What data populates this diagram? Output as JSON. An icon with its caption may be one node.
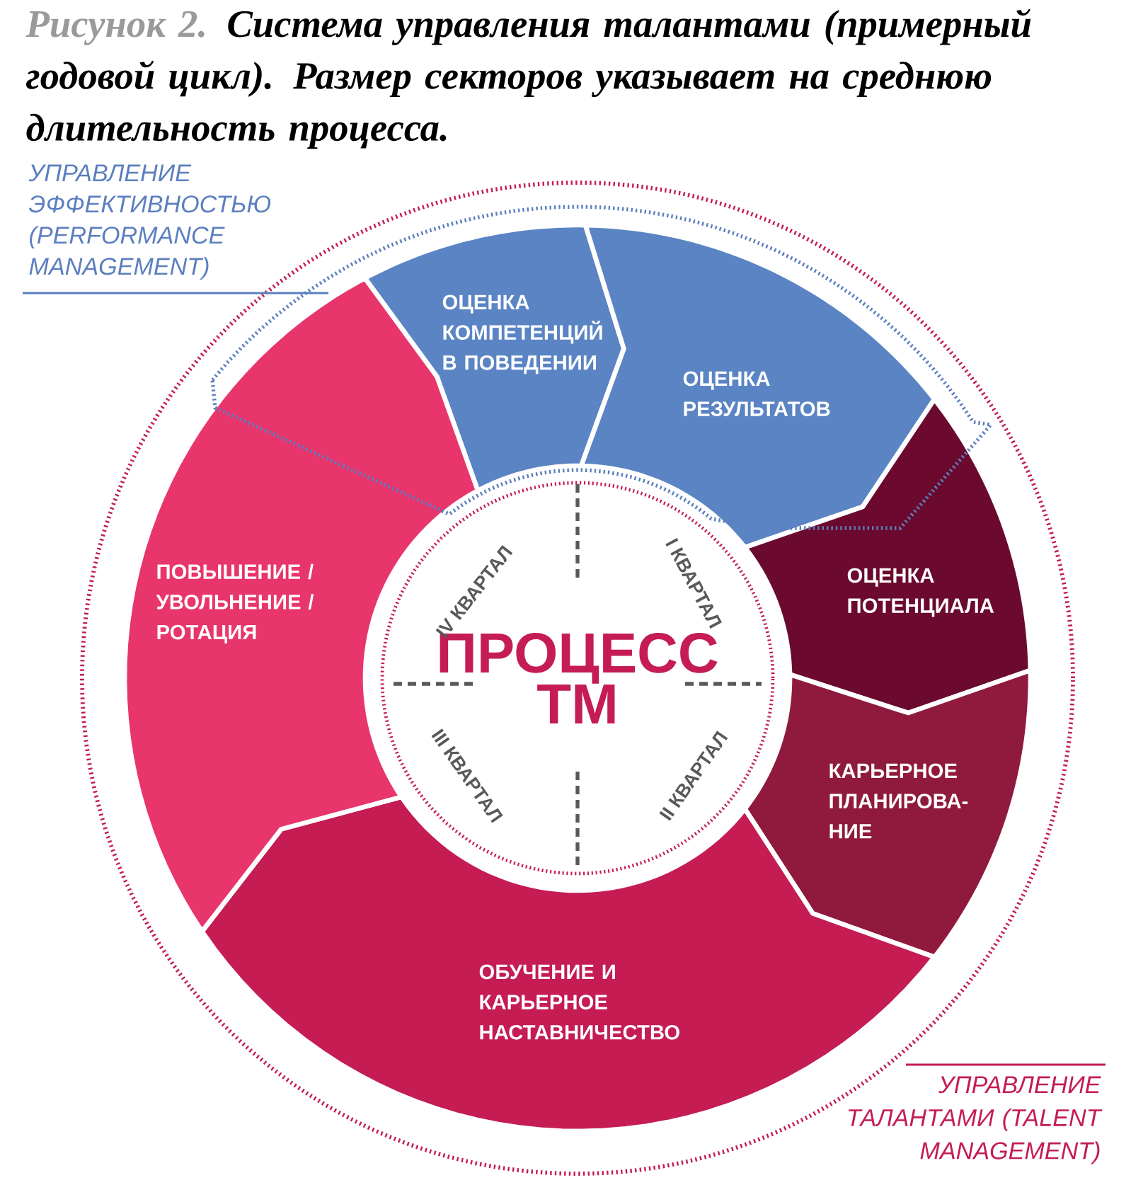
{
  "diagram": {
    "title": "Система управления талантами (примерный годовой цикл). Размер секторов указывает на среднюю длительность процесса.",
    "nodes": [
      {
        "text": [
          "ОЦЕНКА КОМПЕТЕНЦИЙ В ПОВЕДЕНИИ"
        ]
      },
      {
        "text": [
          "ОЦЕНКА РЕЗУЛЬТАТОВ"
        ]
      },
      {
        "text": [
          "ОЦЕНКА ПОТЕНЦИАЛА"
        ]
      },
      {
        "text": [
          "КАРЬЕРНОЕ ПЛАНИРОВА- НИЕ"
        ]
      },
      {
        "text": [
          "ОБУЧЕНИЕ И КАРЬЕРНОЕ НАСТАВНИЧЕСТВО"
        ]
      },
      {
        "text": [
          "ПОВЫШЕНИЕ / УВОЛЬНЕНИЕ / РОТАЦИЯ"
        ]
      },
      {
        "text": [
          "ПРОЦЕСС ТМ"
        ]
      }
    ],
    "labels": [
      "Рисунок 2.",
      "УПРАВЛЕНИЕ ЭФФЕКТИВНОСТЬЮ (PERFORMANCE MANAGEMENT)",
      "IV КВАРТАЛ",
      "I КВАРТАЛ",
      "III КВАРТАЛ",
      "II КВАРТАЛ",
      "УПРАВЛЕНИЕ ТАЛАНТАМИ (TALENT MANAGEMENT)"
    ]
  }
}
